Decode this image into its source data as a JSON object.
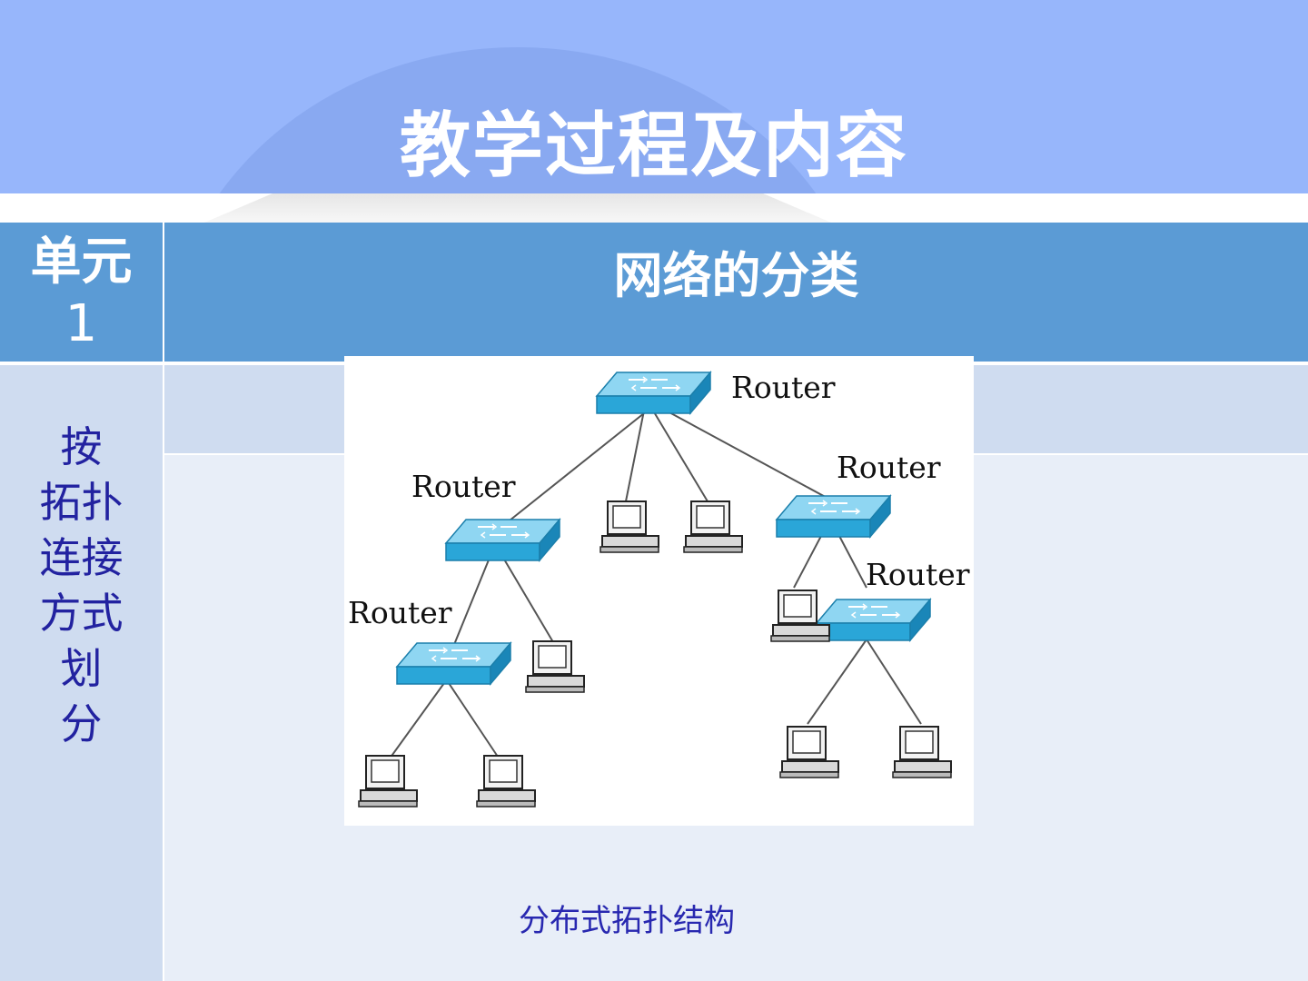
{
  "slide": {
    "title": "教学过程及内容"
  },
  "table": {
    "unit_line1": "单元",
    "unit_line2": "1",
    "topic": "网络的分类",
    "side_lines": [
      "按",
      "拓扑",
      "连接",
      "方式",
      "划",
      "分"
    ]
  },
  "diagram": {
    "router_labels": [
      "Router",
      "Router",
      "Router",
      "Router",
      "Router"
    ],
    "caption": "分布式拓扑结构"
  },
  "colors": {
    "header_bg": "#97b6fb",
    "table_header_bg": "#5b9bd5",
    "side_bg": "#cfdcf0",
    "content_bg": "#e8eef8",
    "switch_blue": "#2aa6d8",
    "side_text": "#2222a0"
  }
}
